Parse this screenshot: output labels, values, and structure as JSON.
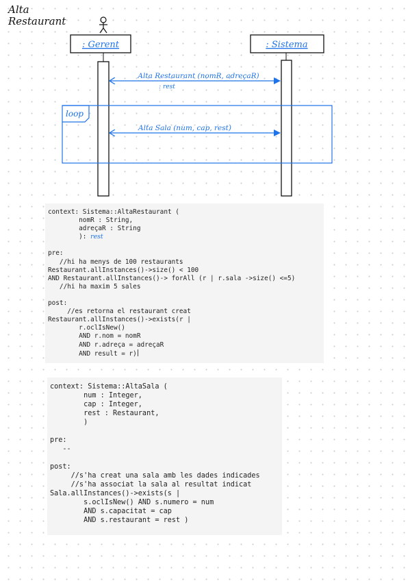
{
  "title": {
    "line1": "Alta",
    "line2": "Restaurant"
  },
  "lifelines": {
    "actor": ": Gerent",
    "system": ": Sistema"
  },
  "messages": {
    "alta_restaurant": "Alta Restaurant (nomR, adreçaR)",
    "alta_restaurant_return": ": rest",
    "alta_sala": "Alta Sala (num, cap, rest)"
  },
  "fragment": {
    "label": "loop"
  },
  "colors": {
    "annotation_blue": "#1e73e8",
    "ink": "#111111"
  },
  "code_alta_restaurant": {
    "lines": [
      "context: Sistema::AltaRestaurant (",
      "        nomR : String,",
      "        adreçaR : String",
      "        ): ",
      "",
      "pre:",
      "   //hi ha menys de 100 restaurants",
      "Restaurant.allInstances()->size() < 100",
      "AND Restaurant.allInstances()-> forAll (r | r.sala ->size() <=5)",
      "   //hi ha maxim 5 sales",
      "",
      "post:",
      "     //es retorna el restaurant creat",
      "Restaurant.allInstances()->exists(r |",
      "        r.oclIsNew()",
      "        AND r.nom = nomR",
      "        AND r.adreça = adreçaR",
      "        AND result = r)"
    ],
    "return_annotation": "rest"
  },
  "code_alta_sala": {
    "lines": [
      "context: Sistema::AltaSala (",
      "        num : Integer,",
      "        cap : Integer,",
      "        rest : Restaurant,",
      "        )",
      "",
      "pre:",
      "   --",
      "",
      "post:",
      "     //s'ha creat una sala amb les dades indicades",
      "     //s'ha associat la sala al resultat indicat",
      "Sala.allInstances()->exists(s |",
      "        s.oclIsNew() AND s.numero = num",
      "        AND s.capacitat = cap",
      "        AND s.restaurant = rest )"
    ]
  }
}
